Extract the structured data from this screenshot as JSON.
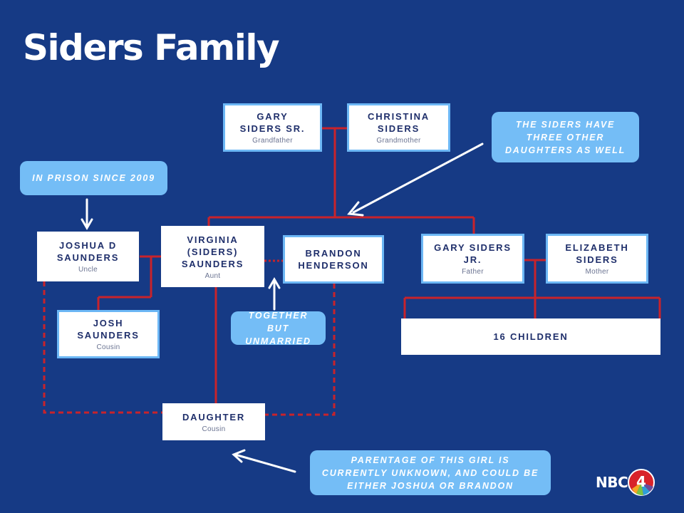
{
  "title": "Siders Family",
  "colors": {
    "background": "#163a85",
    "lines": "#c8232b",
    "note": "#74bdf6",
    "box_outline": "#6cb7f5"
  },
  "people": {
    "gary_sr": {
      "name": "GARY SIDERS SR.",
      "role": "Grandfather"
    },
    "christina": {
      "name": "CHRISTINA SIDERS",
      "role": "Grandmother"
    },
    "joshua_d": {
      "name": "JOSHUA D SAUNDERS",
      "role": "Uncle"
    },
    "virginia": {
      "name": "VIRGINIA (SIDERS) SAUNDERS",
      "role": "Aunt"
    },
    "brandon": {
      "name": "BRANDON HENDERSON",
      "role": ""
    },
    "gary_jr": {
      "name": "GARY SIDERS JR.",
      "role": "Father"
    },
    "elizabeth": {
      "name": "ELIZABETH SIDERS",
      "role": "Mother"
    },
    "josh": {
      "name": "JOSH SAUNDERS",
      "role": "Cousin"
    },
    "children": {
      "name": "16 CHILDREN",
      "role": ""
    },
    "daughter": {
      "name": "DAUGHTER",
      "role": "Cousin"
    }
  },
  "notes": {
    "three_daughters": "THE SIDERS HAVE THREE OTHER DAUGHTERS AS WELL",
    "prison": "IN PRISON SINCE 2009",
    "together": "TOGETHER BUT UNMARRIED",
    "parentage": "PARENTAGE OF THIS GIRL IS CURRENTLY UNKNOWN, AND COULD BE EITHER JOSHUA OR BRANDON"
  },
  "logo": {
    "text": "NBC",
    "numeral": "4",
    "icon": "nbc-peacock-icon"
  }
}
